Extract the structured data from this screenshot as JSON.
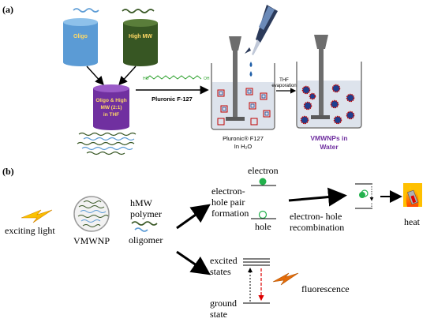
{
  "panel_a": {
    "label": "(a)",
    "cyl_oligo": "Oligo",
    "cyl_high": "High MW",
    "cyl_mix_1": "Oligo & High",
    "cyl_mix_2": "MW (2:1)",
    "cyl_mix_3": "in THF",
    "reagent": "Pluronic F-127",
    "beaker1_caption_1": "Pluronic® F127",
    "beaker1_caption_2": "In H₂O",
    "thf_1": "THF",
    "thf_2": "evaporation",
    "result_1": "VMWNPs in",
    "result_2": "Water",
    "colors": {
      "oligo_cyl": "#5b9bd5",
      "high_cyl": "#375623",
      "mix_cyl": "#7030a0",
      "mix_text": "#ffd966",
      "result_text": "#7030a0"
    }
  },
  "panel_b": {
    "label": "(b)",
    "exciting_light": "exciting light",
    "vmwnp": "VMWNP",
    "hmw_1": "hMW",
    "hmw_2": "polymer",
    "oligomer": "oligomer",
    "electron": "electron",
    "eh_1": "electron-",
    "eh_2": "hole pair",
    "eh_3": "formation",
    "hole": "hole",
    "recomb_1": "electron- hole",
    "recomb_2": "recombination",
    "heat": "heat",
    "excited_1": "excited",
    "excited_2": "states",
    "ground_1": "ground",
    "ground_2": "state",
    "fluorescence": "fluorescence"
  }
}
